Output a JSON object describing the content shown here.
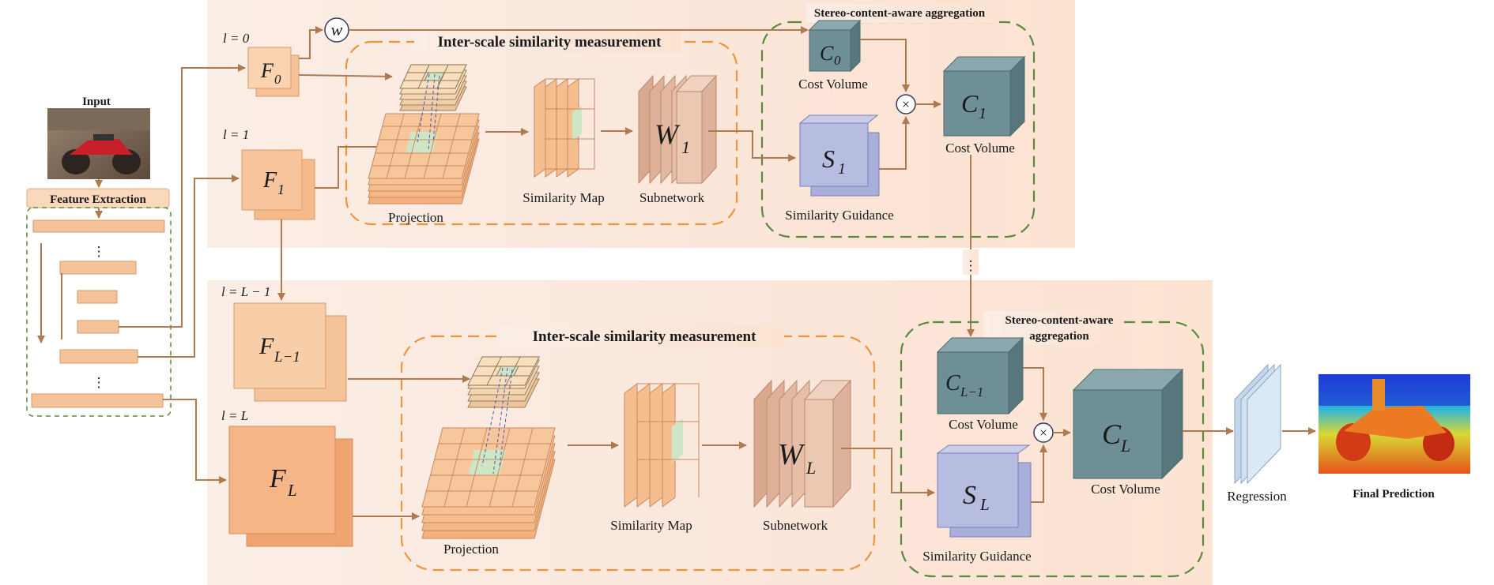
{
  "input": {
    "label": "Input"
  },
  "feature_extraction": {
    "label": "Feature Extraction"
  },
  "levels": {
    "l0": "l = 0",
    "l1": "l = 1",
    "lL1": "l = L − 1",
    "lL": "l = L"
  },
  "features": {
    "F0": {
      "base": "F",
      "sub": "0"
    },
    "F1": {
      "base": "F",
      "sub": "1"
    },
    "FL1": {
      "base": "F",
      "sub": "L−1"
    },
    "FL": {
      "base": "F",
      "sub": "L"
    }
  },
  "w_node": "w",
  "top": {
    "inter_scale_title": "Inter-scale similarity measurement",
    "aggregation_title": "Stereo-content-aware aggregation",
    "projection": "Projection",
    "similarity_map": "Similarity Map",
    "subnetwork": "Subnetwork",
    "W": {
      "base": "W",
      "sub": "1"
    },
    "C0": {
      "base": "C",
      "sub": "0"
    },
    "C1": {
      "base": "C",
      "sub": "1"
    },
    "S1": {
      "base": "S",
      "sub": "1"
    },
    "cost_volume_c0": "Cost Volume",
    "cost_volume_c1": "Cost Volume",
    "similarity_guidance": "Similarity Guidance"
  },
  "bottom": {
    "inter_scale_title": "Inter-scale similarity measurement",
    "aggregation_title_line1": "Stereo-content-aware",
    "aggregation_title_line2": "aggregation",
    "projection": "Projection",
    "similarity_map": "Similarity Map",
    "subnetwork": "Subnetwork",
    "W": {
      "base": "W",
      "sub": "L"
    },
    "CL1": {
      "base": "C",
      "sub": "L−1"
    },
    "CL": {
      "base": "C",
      "sub": "L"
    },
    "SL": {
      "base": "S",
      "sub": "L"
    },
    "cost_volume_cl1": "Cost Volume",
    "cost_volume_cl": "Cost Volume",
    "similarity_guidance": "Similarity Guidance"
  },
  "dots": "⋮",
  "multiply": "×",
  "regression": "Regression",
  "final_prediction": "Final Prediction",
  "colors": {
    "panel_bg": "#fbe9de",
    "orange_dash": "#f0943a",
    "green_dash": "#5b8a3a",
    "feature_fill": "#f7c59c",
    "feature_fill_dark": "#f3a76e",
    "cost_fill": "#6f8f96",
    "sim_fill": "#b7bde0",
    "arrow": "#b07a50"
  }
}
